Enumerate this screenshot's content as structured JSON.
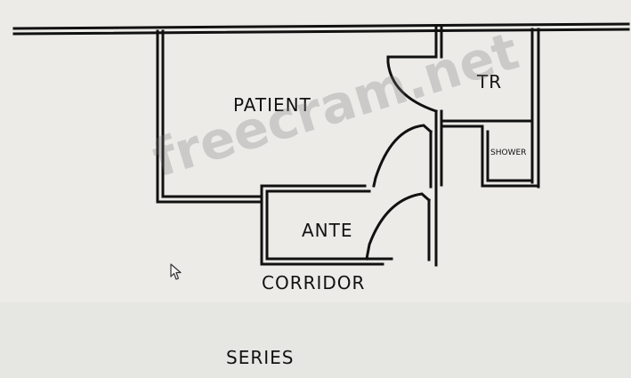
{
  "rooms": {
    "patient": "PATIENT",
    "tr": "TR",
    "shower": "SHOWER",
    "ante": "ANTE",
    "corridor": "CORRIDOR"
  },
  "caption": "SERIES",
  "watermark": "freecram.net",
  "icons": {
    "cursor": "arrow-cursor-icon"
  },
  "colors": {
    "line": "#111111",
    "background": "#ecebe8"
  }
}
